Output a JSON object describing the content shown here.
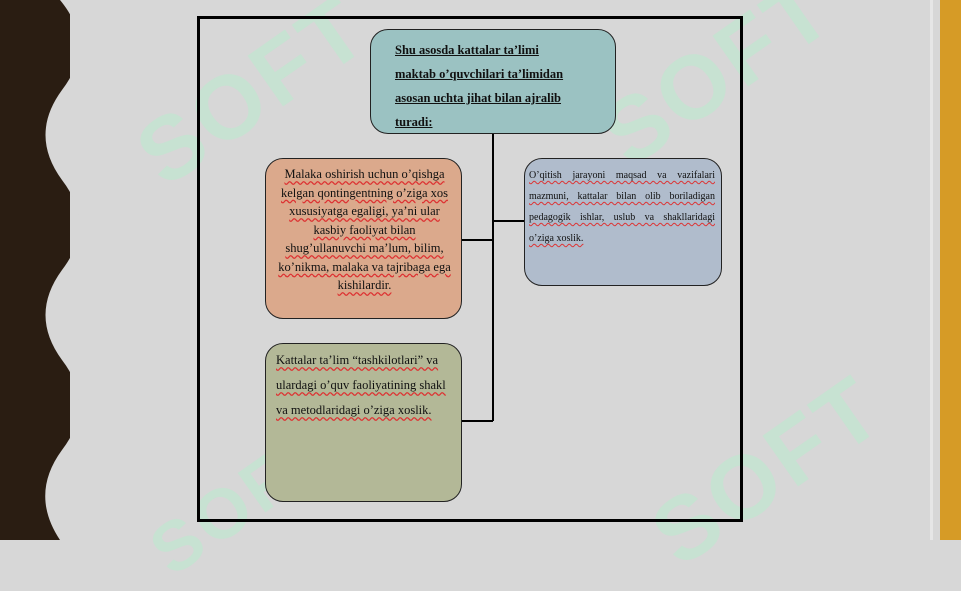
{
  "watermark": {
    "text": "SOFT",
    "color": "#b9ebcd"
  },
  "colors": {
    "background": "#d7d7d7",
    "left_strip": "#2a1d12",
    "right_accent": "#d69b26",
    "frame": "#000000",
    "box_top": "#9bc2c2",
    "box_left": "#dba98c",
    "box_right": "#b0bccc",
    "box_bottom": "#b3b897"
  },
  "diagram": {
    "top_box": {
      "lines": [
        "Shu asosda kattalar ta’limi",
        "maktab o’quvchilari ta’limidan",
        "asosan uchta jihat bilan ajralib",
        "turadi:"
      ]
    },
    "left_box": {
      "text": "Malaka oshirish uchun o’qishga kelgan qontingentning o’ziga xos xususiyatga egaligi, ya’ni ular kasbiy faoliyat bilan shug’ullanuvchi ma’lum, bilim, ko’nikma, malaka va tajribaga ega kishilardir."
    },
    "right_box": {
      "text": "O’qitish jarayoni maqsad va vazifalari mazmuni, kattalar bilan olib boriladigan pedagogik ishlar, uslub va shakllaridagi o’ziga xoslik."
    },
    "bottom_box": {
      "text": "Kattalar ta’lim “tashkilotlari” va ulardagi o’quv faoliyatining shakl va metodlaridagi o’ziga xoslik."
    }
  }
}
